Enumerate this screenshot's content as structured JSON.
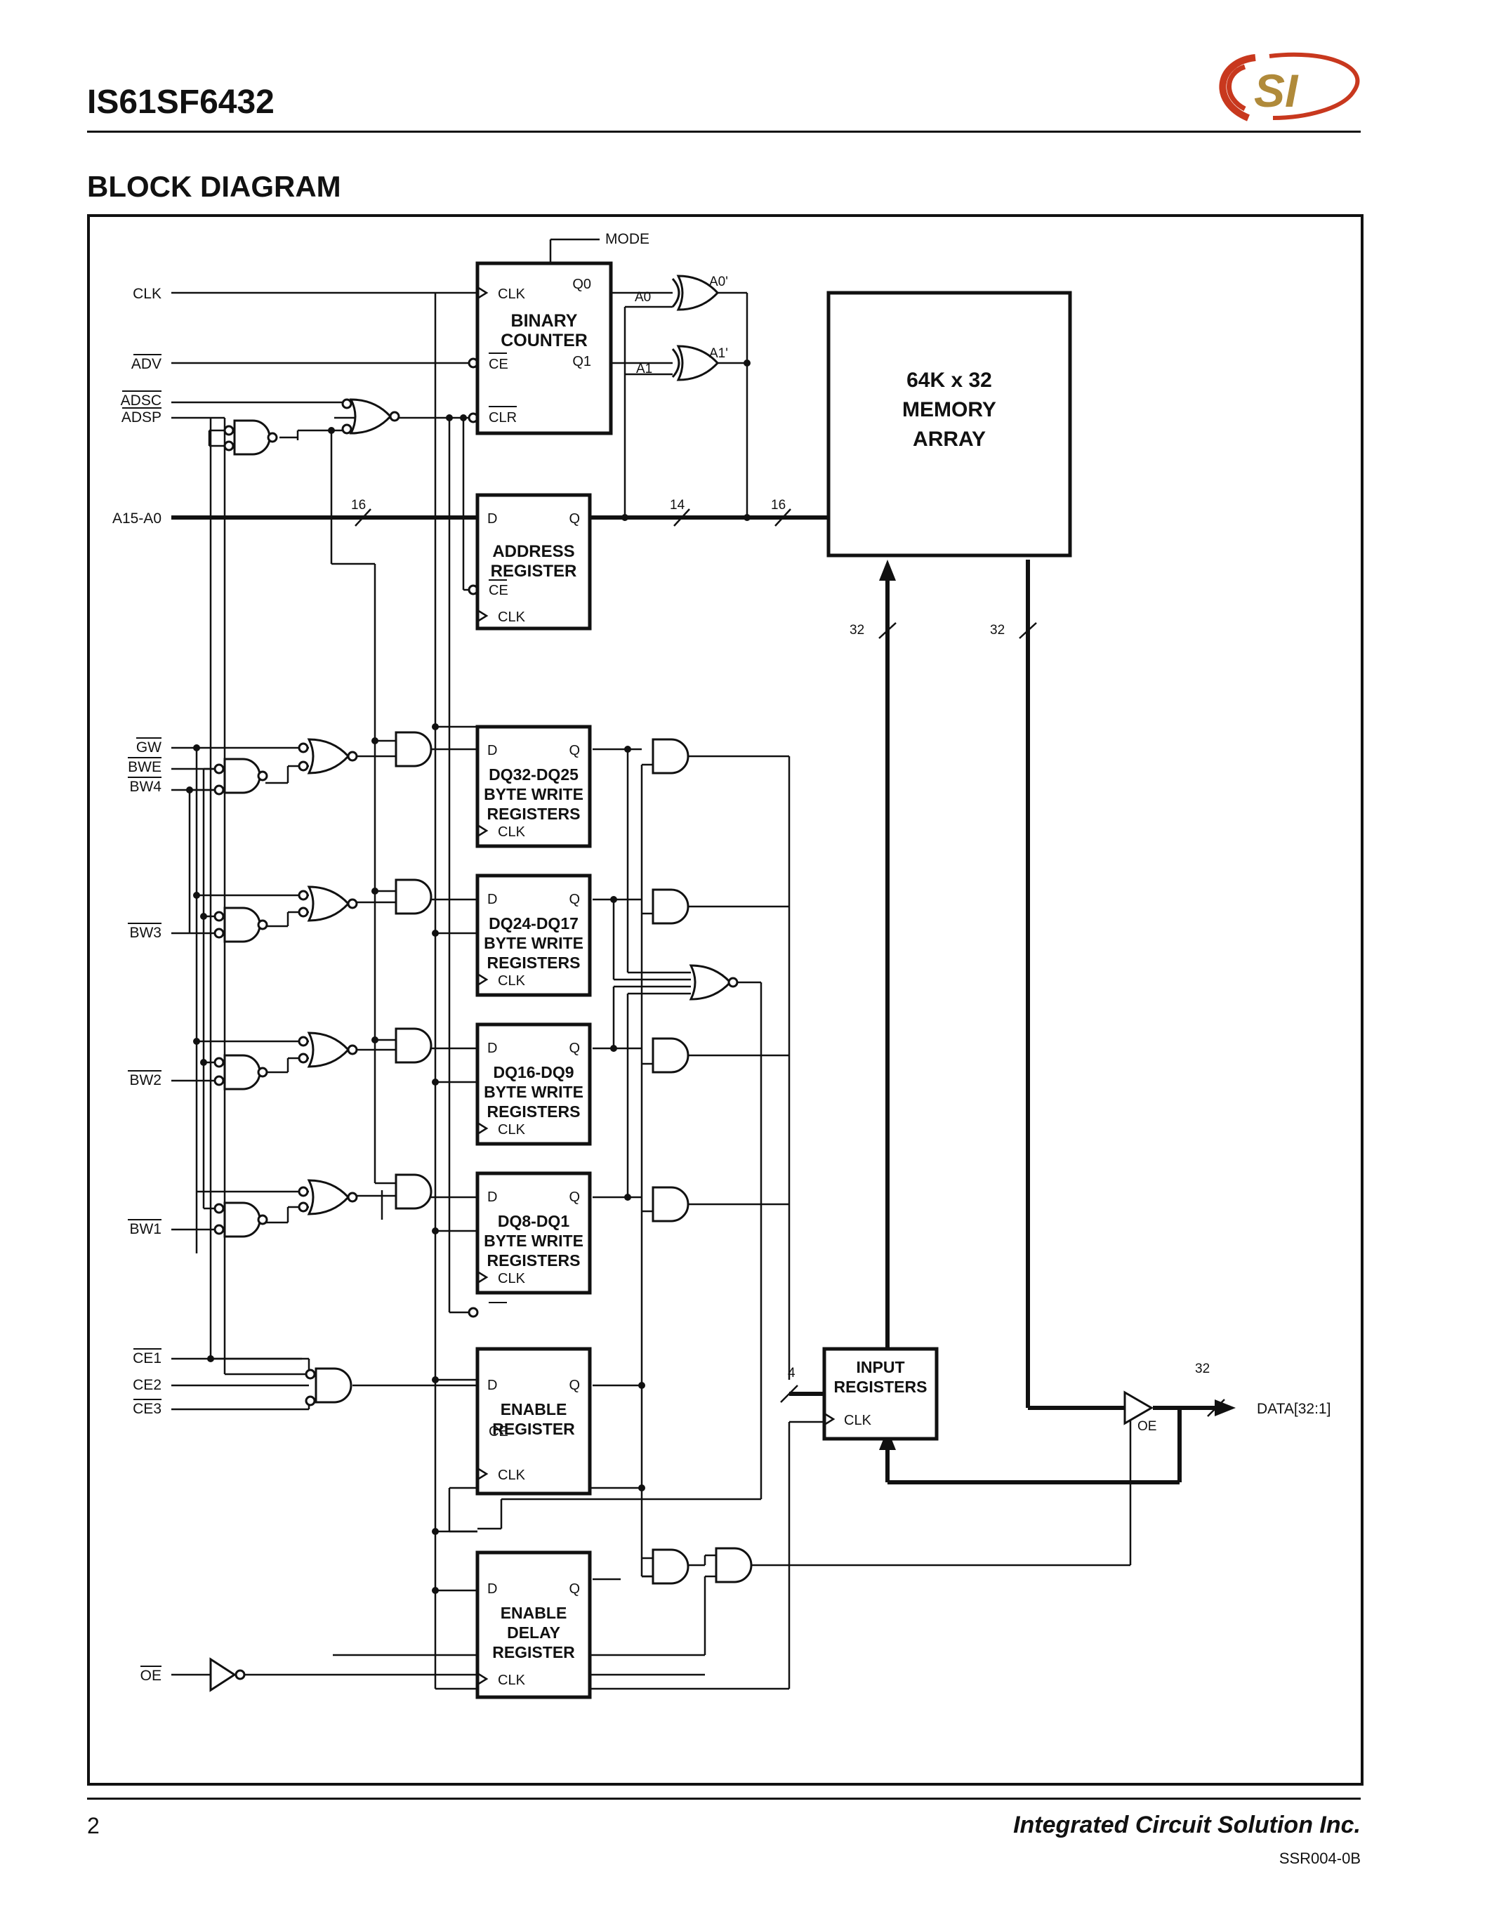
{
  "header": {
    "part_number": "IS61SF6432",
    "logo_text": "SI"
  },
  "section_title": "BLOCK DIAGRAM",
  "diagram": {
    "inputs": {
      "clk": "CLK",
      "adv": "ADV",
      "adsc": "ADSC",
      "adsp": "ADSP",
      "addr": "A15-A0",
      "gw": "GW",
      "bwe": "BWE",
      "bw4": "BW4",
      "bw3": "BW3",
      "bw2": "BW2",
      "bw1": "BW1",
      "ce1": "CE1",
      "ce2": "CE2",
      "ce3": "CE3",
      "oe": "OE",
      "mode": "MODE"
    },
    "blocks": {
      "counter": {
        "line1": "BINARY",
        "line2": "COUNTER",
        "clk": "CLK",
        "ce": "CE",
        "clr": "CLR",
        "q0": "Q0",
        "q1": "Q1"
      },
      "address_reg": {
        "d": "D",
        "q": "Q",
        "line1": "ADDRESS",
        "line2": "REGISTER",
        "ce": "CE",
        "clk": "CLK"
      },
      "bw_reg1": {
        "d": "D",
        "q": "Q",
        "line1": "DQ32-DQ25",
        "line2": "BYTE WRITE",
        "line3": "REGISTERS",
        "clk": "CLK"
      },
      "bw_reg2": {
        "d": "D",
        "q": "Q",
        "line1": "DQ24-DQ17",
        "line2": "BYTE WRITE",
        "line3": "REGISTERS",
        "clk": "CLK"
      },
      "bw_reg3": {
        "d": "D",
        "q": "Q",
        "line1": "DQ16-DQ9",
        "line2": "BYTE WRITE",
        "line3": "REGISTERS",
        "clk": "CLK"
      },
      "bw_reg4": {
        "d": "D",
        "q": "Q",
        "line1": "DQ8-DQ1",
        "line2": "BYTE WRITE",
        "line3": "REGISTERS",
        "clk": "CLK"
      },
      "enable_reg": {
        "d": "D",
        "q": "Q",
        "line1": "ENABLE",
        "line2": "REGISTER",
        "ce": "CE",
        "clk": "CLK"
      },
      "enable_delay": {
        "d": "D",
        "q": "Q",
        "line1": "ENABLE",
        "line2": "DELAY",
        "line3": "REGISTER",
        "clk": "CLK"
      },
      "memory": {
        "line1": "64K x 32",
        "line2": "MEMORY",
        "line3": "ARRAY"
      },
      "input_reg": {
        "line1": "INPUT",
        "line2": "REGISTERS",
        "clk": "CLK"
      }
    },
    "signals": {
      "a0": "A0",
      "a1": "A1",
      "a0p": "A0'",
      "a1p": "A1'",
      "bus16a": "16",
      "bus14": "14",
      "bus16b": "16",
      "bus32a": "32",
      "bus32b": "32",
      "bus4": "4",
      "bus32c": "32",
      "oe_buf": "OE",
      "data_out": "DATA[32:1]"
    }
  },
  "footer": {
    "page_number": "2",
    "company": "Integrated Circuit Solution Inc.",
    "doc_code": "SSR004-0B"
  },
  "colors": {
    "logo_red": "#c8381e",
    "logo_gold": "#b08a3a"
  }
}
